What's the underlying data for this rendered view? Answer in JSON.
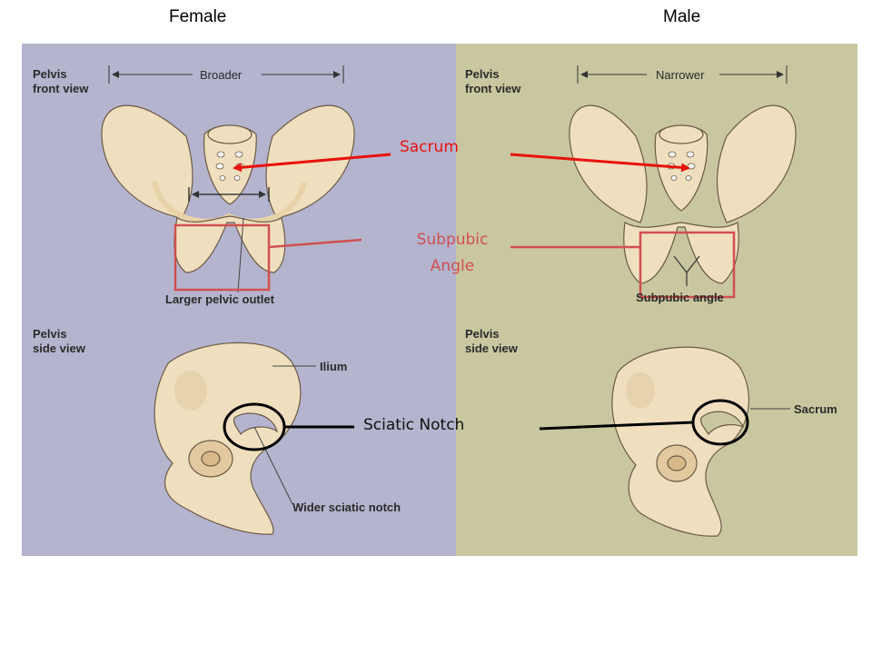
{
  "titles": {
    "female": "Female",
    "male": "Male"
  },
  "female_panel": {
    "front_label": "Pelvis\nfront view",
    "width_label": "Broader",
    "outlet_label": "Larger pelvic outlet",
    "side_label": "Pelvis\nside view",
    "ilium_label": "Ilium",
    "notch_label": "Wider sciatic notch"
  },
  "male_panel": {
    "front_label": "Pelvis\nfront view",
    "width_label": "Narrower",
    "angle_label": "Subpubic angle",
    "side_label": "Pelvis\nside view",
    "sacrum_label": "Sacrum"
  },
  "callouts": {
    "sacrum": "Sacrum",
    "subpubic": "Subpubic\nAngle",
    "sciatic": "Sciatic Notch"
  },
  "colors": {
    "female_bg": "#b4b4ce",
    "male_bg": "#c9c7a0",
    "bone": "#efdfbf",
    "sacrum_callout": "#e8120c",
    "subpubic_callout": "#d05050",
    "sciatic_callout": "#000000"
  }
}
